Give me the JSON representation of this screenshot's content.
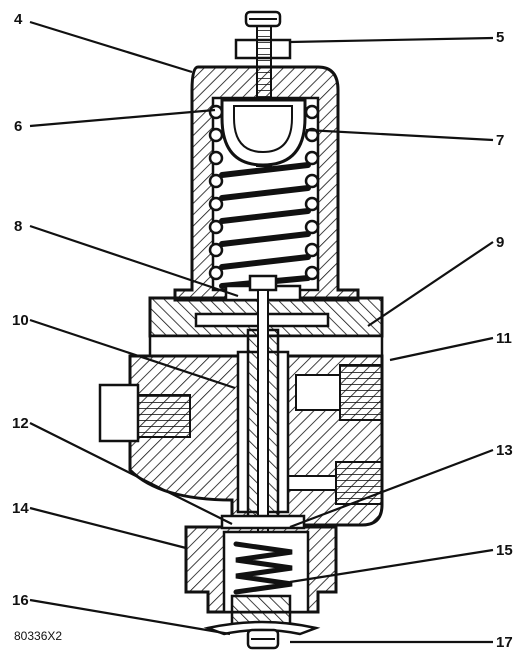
{
  "figure": {
    "id_code": "80336X2",
    "callouts": [
      "4",
      "5",
      "6",
      "7",
      "8",
      "9",
      "10",
      "11",
      "12",
      "13",
      "14",
      "15",
      "16",
      "17"
    ]
  },
  "colors": {
    "ink": "#111111",
    "paper": "#ffffff"
  }
}
